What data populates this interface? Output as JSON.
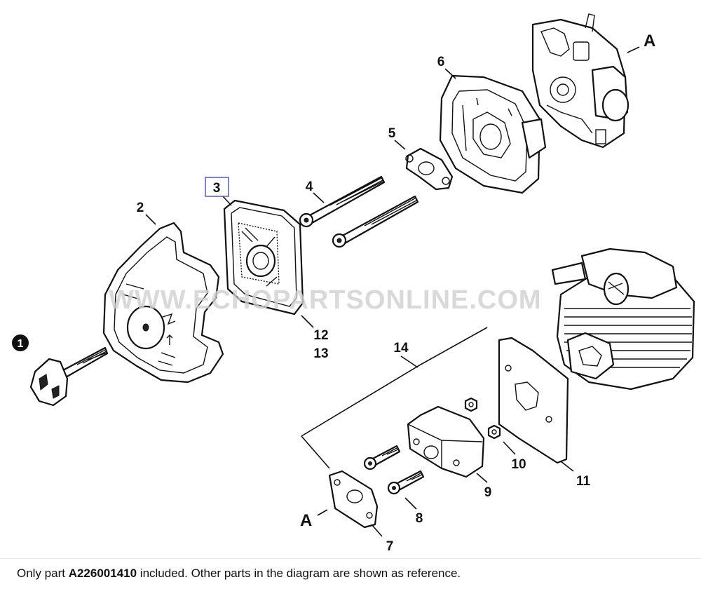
{
  "diagram": {
    "watermark": "WWW.ECHOPARTSONLINE.COM",
    "reference_labels": [
      "A",
      "A"
    ],
    "callouts": {
      "c1": "1",
      "c2": "2",
      "c3": "3",
      "c4": "4",
      "c5": "5",
      "c6": "6",
      "c7": "7",
      "c8": "8",
      "c9": "9",
      "c10": "10",
      "c11": "11",
      "c12": "12",
      "c13": "13",
      "c14": "14"
    },
    "highlighted_callout": "3",
    "highlight_color": "#5a5aa8"
  },
  "footer": {
    "prefix": "Only part ",
    "part_number": "A226001410",
    "suffix": " included. Other parts in the diagram are shown as reference."
  }
}
